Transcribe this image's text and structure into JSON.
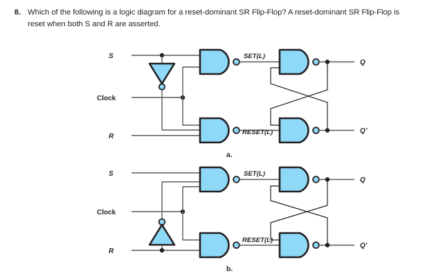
{
  "question": {
    "number": "8.",
    "text": "Which of the following is a logic diagram for a reset-dominant SR Flip-Flop?  A reset-dominant SR Flip-Flop is reset when both S and R are asserted."
  },
  "colors": {
    "gate_fill": "#8ed8f8",
    "gate_stroke": "#231f20",
    "wire": "#58595b",
    "text": "#231f20",
    "background": "#ffffff"
  },
  "diagrams": [
    {
      "id": "a",
      "choice_label": "a.",
      "inverter_orientation": "down",
      "inverter_input": "S",
      "inputs": [
        {
          "name": "S",
          "label": "S"
        },
        {
          "name": "Clock",
          "label": "Clock"
        },
        {
          "name": "R",
          "label": "R"
        }
      ],
      "internal_signals": [
        {
          "name": "set",
          "label": "SET(L)"
        },
        {
          "name": "reset",
          "label": "RESET(L)"
        }
      ],
      "outputs": [
        {
          "name": "Q",
          "label": "Q"
        },
        {
          "name": "Qnot",
          "label": "Q’"
        }
      ],
      "gates": [
        {
          "name": "set-nand",
          "type": "NAND",
          "inputs": 2
        },
        {
          "name": "reset-nand",
          "type": "NAND",
          "inputs": 3
        },
        {
          "name": "q-nand",
          "type": "NAND",
          "inputs": 2
        },
        {
          "name": "qnot-nand",
          "type": "NAND",
          "inputs": 2
        }
      ]
    },
    {
      "id": "b",
      "choice_label": "b.",
      "inverter_orientation": "up",
      "inverter_input": "R",
      "inputs": [
        {
          "name": "S",
          "label": "S"
        },
        {
          "name": "Clock",
          "label": "Clock"
        },
        {
          "name": "R",
          "label": "R"
        }
      ],
      "internal_signals": [
        {
          "name": "set",
          "label": "SET(L)"
        },
        {
          "name": "reset",
          "label": "RESET(L)"
        }
      ],
      "outputs": [
        {
          "name": "Q",
          "label": "Q"
        },
        {
          "name": "Qnot",
          "label": "Q’"
        }
      ],
      "gates": [
        {
          "name": "set-nand",
          "type": "NAND",
          "inputs": 3
        },
        {
          "name": "reset-nand",
          "type": "NAND",
          "inputs": 2
        },
        {
          "name": "q-nand",
          "type": "NAND",
          "inputs": 2
        },
        {
          "name": "qnot-nand",
          "type": "NAND",
          "inputs": 2
        }
      ]
    }
  ]
}
